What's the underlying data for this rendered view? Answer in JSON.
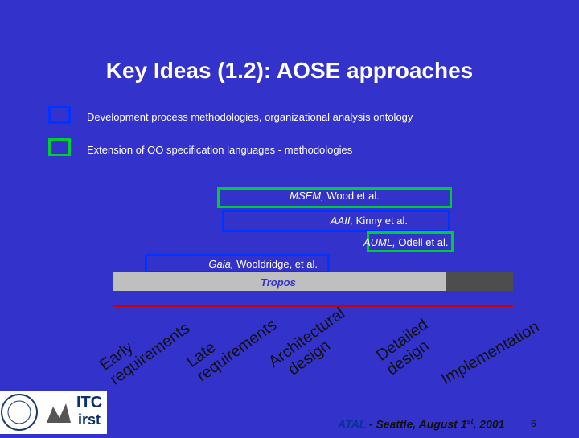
{
  "title": "Key Ideas (1.2): AOSE approaches",
  "legend": [
    {
      "text": "Development process methodologies, organizational analysis ontology",
      "color": "#0033ff"
    },
    {
      "text": "Extension of OO specification languages - methodologies",
      "color": "#00cc33"
    }
  ],
  "approaches": {
    "msem": {
      "name": "MSEM,",
      "author": " Wood et al."
    },
    "aaii": {
      "name": "AAII,",
      "author": " Kinny et al."
    },
    "auml": {
      "name": "AUML,",
      "author": " Odell et al."
    },
    "gaia": {
      "name": "Gaia,",
      "author": " Wooldridge, et al."
    }
  },
  "tropos": "Tropos",
  "phases": {
    "early": [
      "Early",
      "requirements"
    ],
    "late": [
      "Late",
      "requirements"
    ],
    "arch": [
      "Architectural",
      "design"
    ],
    "detailed": [
      "Detailed",
      "design"
    ],
    "impl": "Implementation"
  },
  "footer": {
    "name": "ATAL",
    "rest": " - Seattle, August 1",
    "sup": "st",
    "year": ", 2001"
  },
  "page_number": "6",
  "logos": {
    "itc": "ITC",
    "irst": "irst"
  }
}
